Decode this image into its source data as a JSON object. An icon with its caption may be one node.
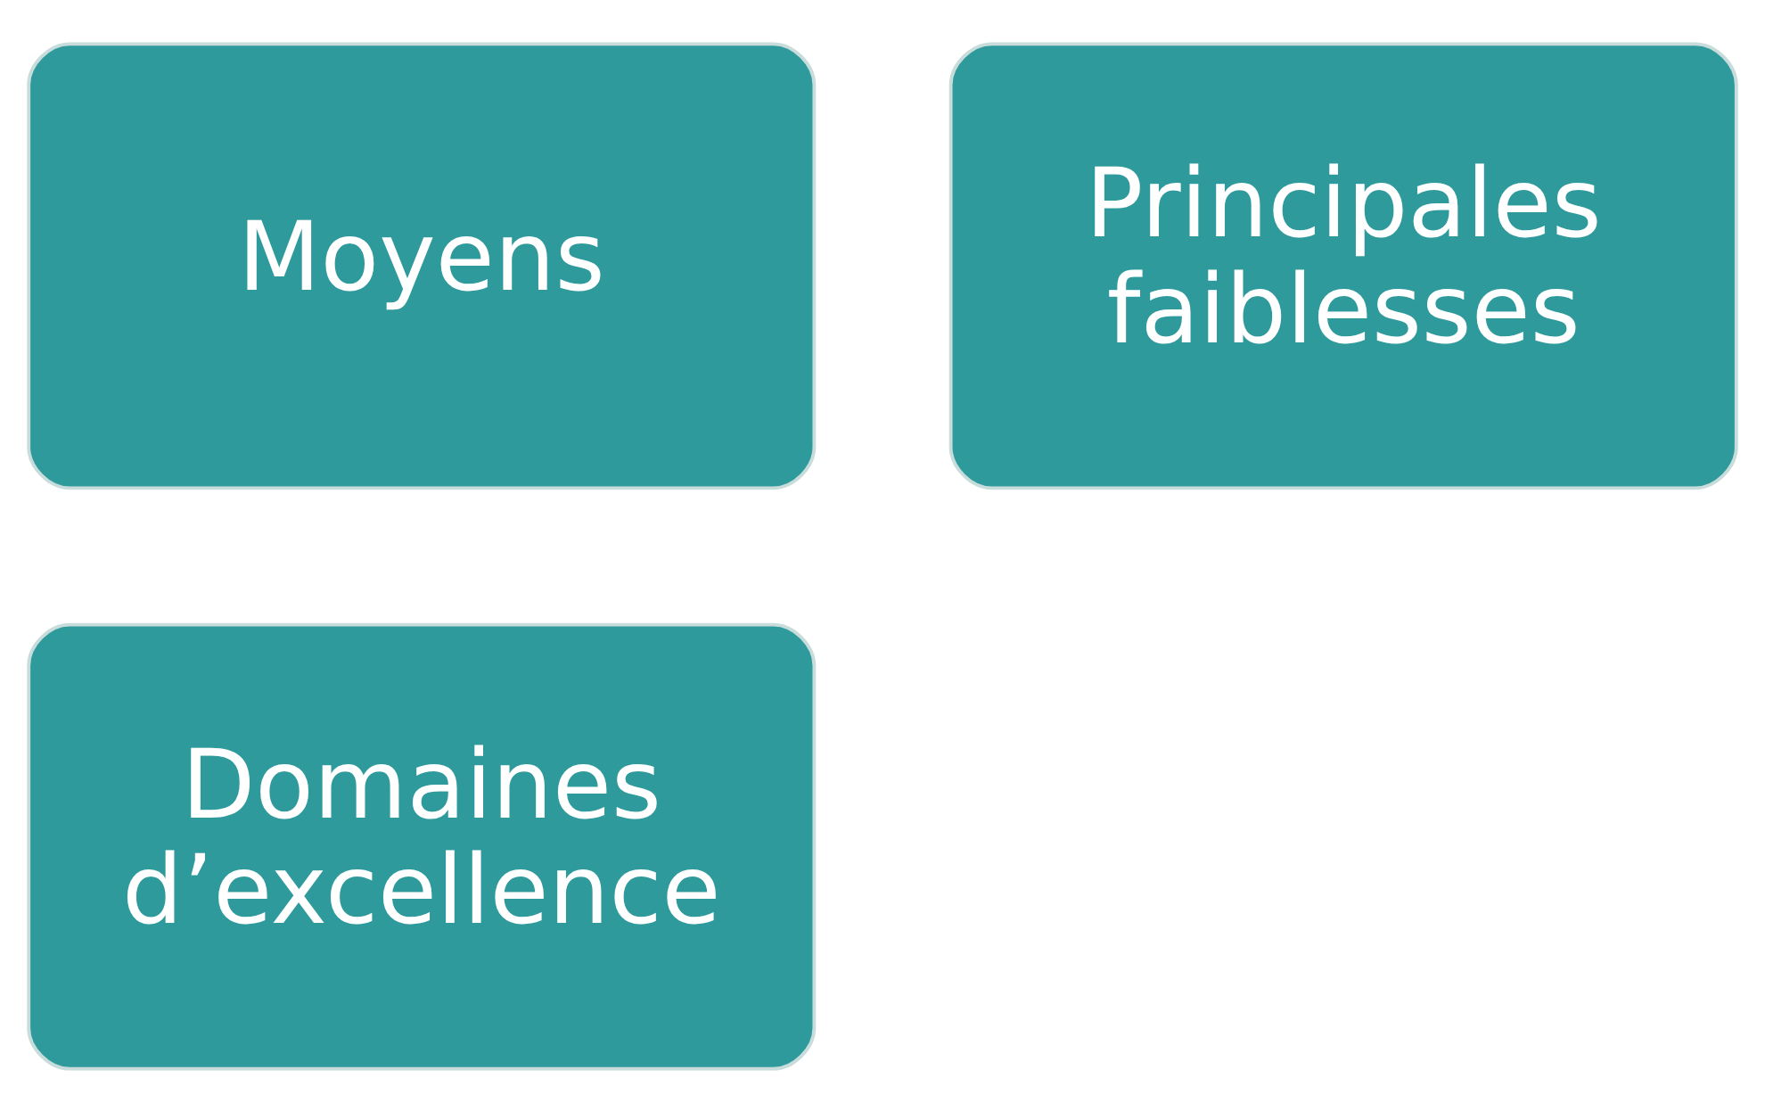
{
  "diagram": {
    "nodes": [
      {
        "text": [
          "Moyens"
        ]
      },
      {
        "text": [
          "Domaines d’excellence"
        ]
      },
      {
        "text": [
          "Principales faiblesses"
        ]
      }
    ]
  }
}
